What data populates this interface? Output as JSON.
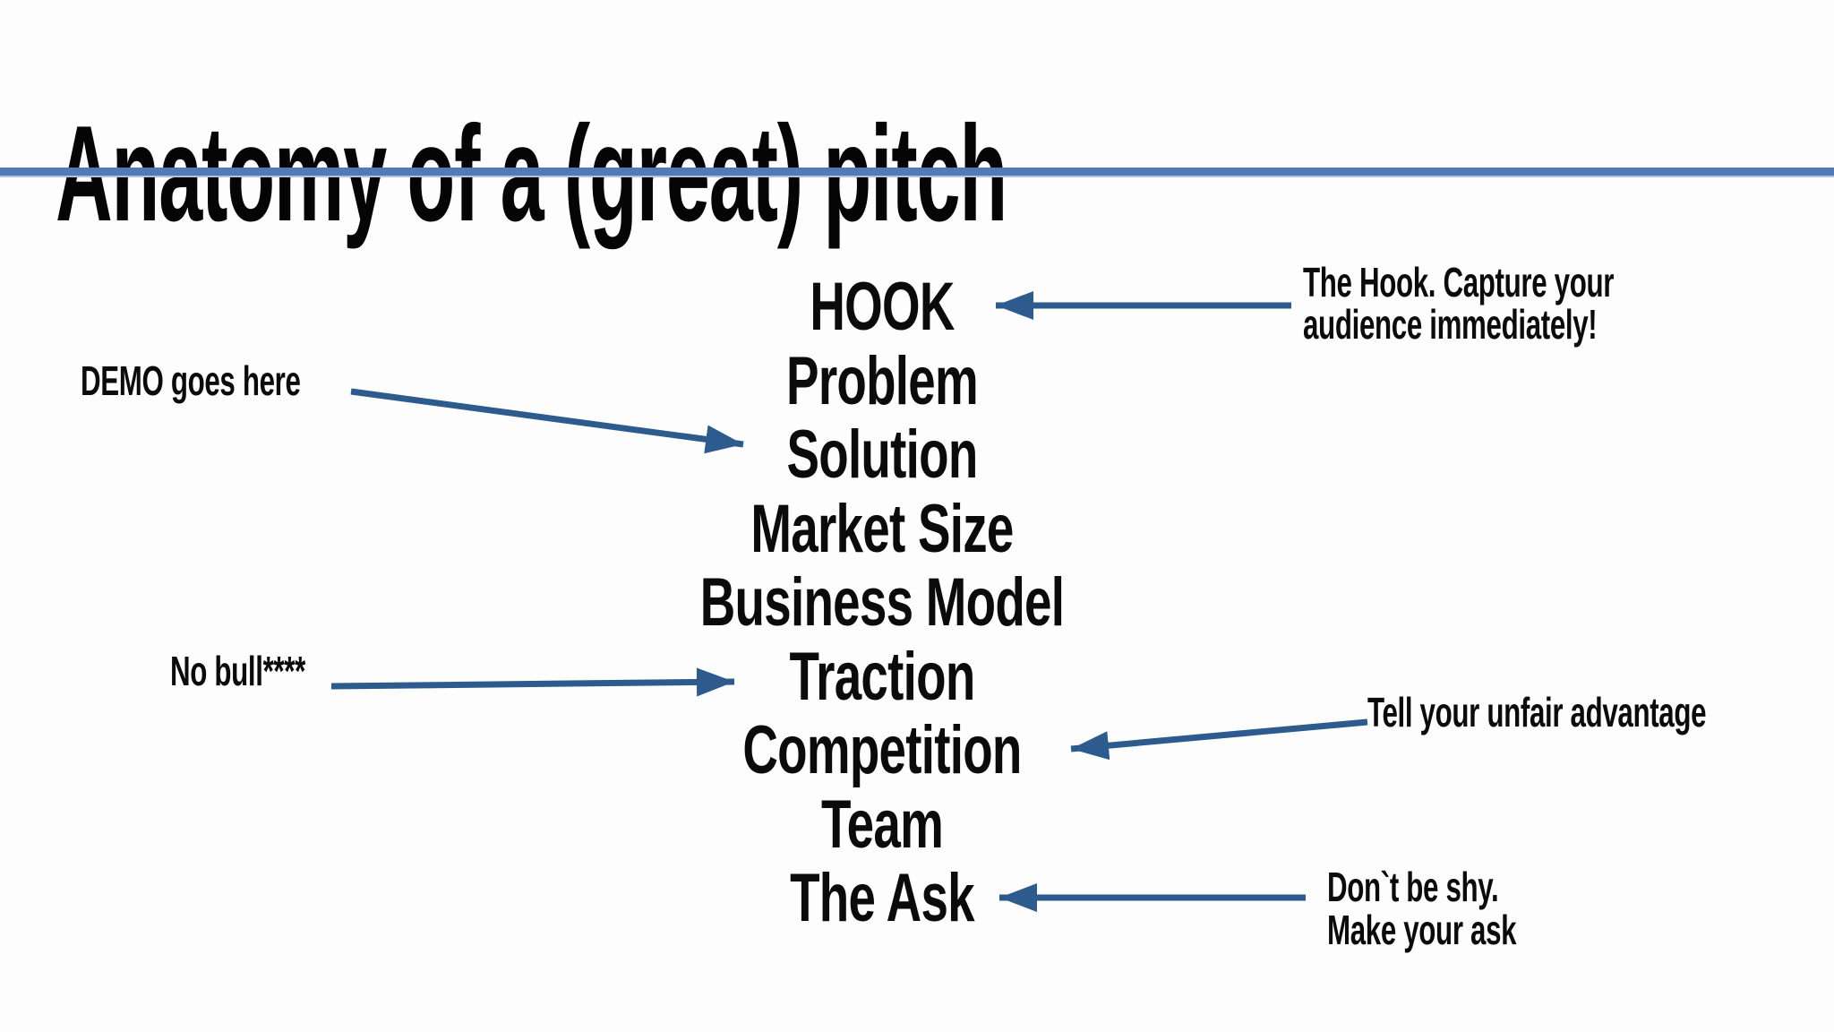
{
  "slide": {
    "title": "Anatomy of a (great) pitch",
    "colors": {
      "arrow_blue": "#2d5b8e",
      "rule_blue": "#5579b6",
      "text_black": "#0b0b0b"
    },
    "pitch_sections": [
      "HOOK",
      "Problem",
      "Solution",
      "Market Size",
      "Business Model",
      "Traction",
      "Competition",
      "Team",
      "The Ask"
    ],
    "annotations": {
      "hook": {
        "line1": "The Hook. Capture your",
        "line2": "audience immediately!"
      },
      "demo": {
        "line1": "DEMO goes here"
      },
      "nobull": {
        "line1": "No bull****"
      },
      "unfair": {
        "line1": "Tell your unfair advantage"
      },
      "ask": {
        "line1": "Don`t be shy.",
        "line2": "Make your ask"
      }
    }
  }
}
